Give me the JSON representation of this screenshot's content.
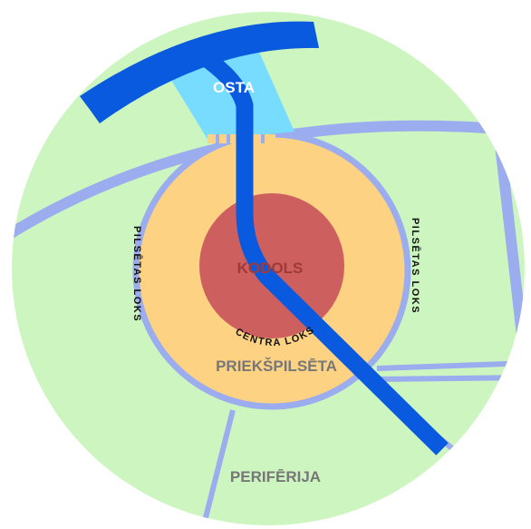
{
  "labels": {
    "port": "OSTA",
    "core": "KODOLS",
    "suburb": "PRIEKŠPILSĒTA",
    "periphery": "PERIFĒRIJA",
    "city_ring_left": "PILSĒTAS LOKS",
    "city_ring_right": "PILSĒTAS LOKS",
    "center_ring": "CENTRA LOKS"
  },
  "colors": {
    "periphery": "#ccf5c0",
    "suburb": "#fdd283",
    "core": "#cd5f5e",
    "ring_road": "#9bacef",
    "river": "#0a5ae0",
    "port": "#77dcff",
    "core_text": "#a03a3a",
    "zone_text": "#777777",
    "port_text": "#ffffff"
  }
}
